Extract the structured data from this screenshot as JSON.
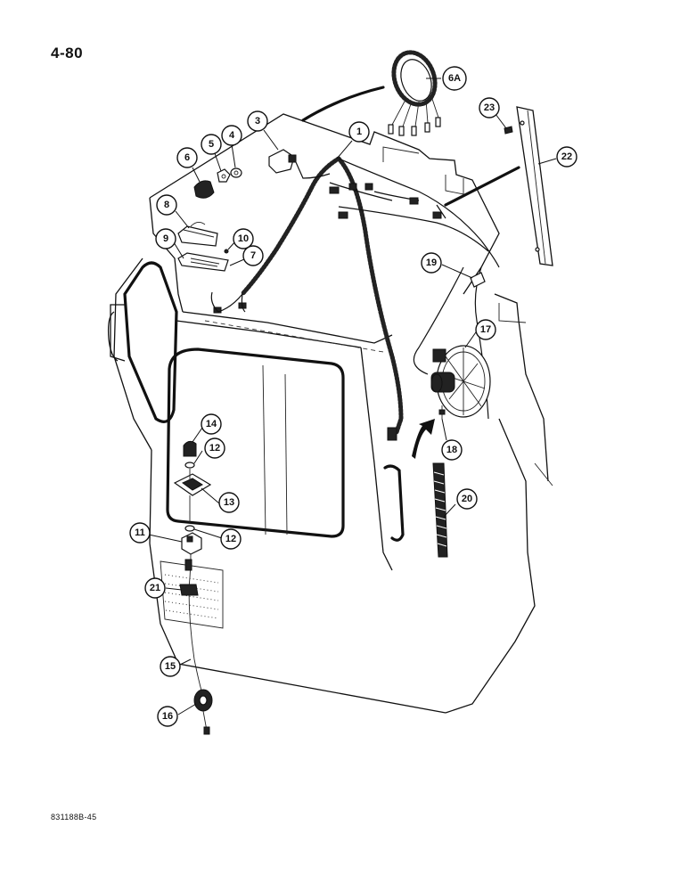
{
  "page": {
    "page_number": "4-80",
    "drawing_code": "831188B-45"
  },
  "callouts": [
    {
      "id": "c1",
      "label": "1"
    },
    {
      "id": "c3",
      "label": "3"
    },
    {
      "id": "c4",
      "label": "4"
    },
    {
      "id": "c5",
      "label": "5"
    },
    {
      "id": "c6",
      "label": "6"
    },
    {
      "id": "c6a",
      "label": "6A"
    },
    {
      "id": "c7",
      "label": "7"
    },
    {
      "id": "c8",
      "label": "8"
    },
    {
      "id": "c9",
      "label": "9"
    },
    {
      "id": "c10",
      "label": "10"
    },
    {
      "id": "c11",
      "label": "11"
    },
    {
      "id": "c12a",
      "label": "12"
    },
    {
      "id": "c12b",
      "label": "12"
    },
    {
      "id": "c13",
      "label": "13"
    },
    {
      "id": "c14",
      "label": "14"
    },
    {
      "id": "c15",
      "label": "15"
    },
    {
      "id": "c16",
      "label": "16"
    },
    {
      "id": "c17",
      "label": "17"
    },
    {
      "id": "c18",
      "label": "18"
    },
    {
      "id": "c19",
      "label": "19"
    },
    {
      "id": "c20",
      "label": "20"
    },
    {
      "id": "c21",
      "label": "21"
    },
    {
      "id": "c22",
      "label": "22"
    },
    {
      "id": "c23",
      "label": "23"
    }
  ]
}
